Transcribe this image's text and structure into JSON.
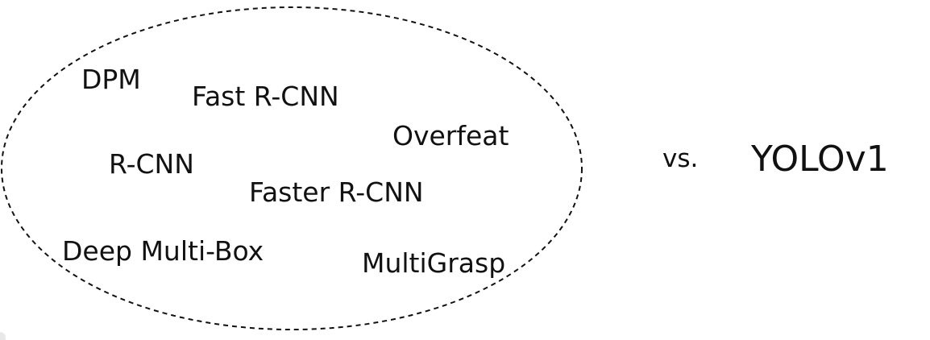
{
  "diagram": {
    "methods": [
      {
        "id": "dpm",
        "label": "DPM"
      },
      {
        "id": "fast-rcnn",
        "label": "Fast R-CNN"
      },
      {
        "id": "overfeat",
        "label": "Overfeat"
      },
      {
        "id": "rcnn",
        "label": "R-CNN"
      },
      {
        "id": "faster-rcnn",
        "label": "Faster R-CNN"
      },
      {
        "id": "deep-multibox",
        "label": "Deep Multi-Box"
      },
      {
        "id": "multigrasp",
        "label": "MultiGrasp"
      }
    ],
    "comparison": {
      "vs_label": "vs.",
      "target_label": "YOLOv1"
    }
  },
  "colors": {
    "text": "#111111",
    "outline": "#111111",
    "background": "#ffffff"
  }
}
